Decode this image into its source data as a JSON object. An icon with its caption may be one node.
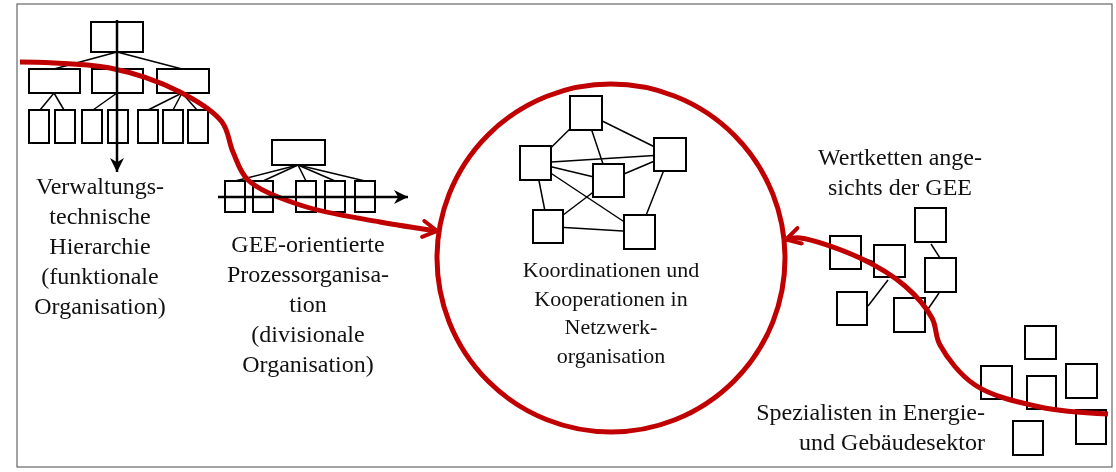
{
  "diagram": {
    "nodes": [
      {
        "text": [],
        "shape": "picture"
      },
      {
        "text": [
          "Koordinationen und Kooperationen in Netzwerk- organisation"
        ]
      },
      {
        "text": [],
        "shape": "picture"
      }
    ],
    "edges": [
      {
        "from": 0,
        "to": 1,
        "arrow": "to"
      },
      {
        "from": 2,
        "to": 1,
        "arrow": "to"
      }
    ],
    "labels": [
      "Verwaltungs- technische Hierarchie (funktionale Organisation)",
      "GEE-orientierte Prozessorganisa- tion (divisionale Organisation)",
      "Wertketten ange- sichts der GEE",
      "Spezialisten in Energie- und Gebäudesektor"
    ]
  }
}
